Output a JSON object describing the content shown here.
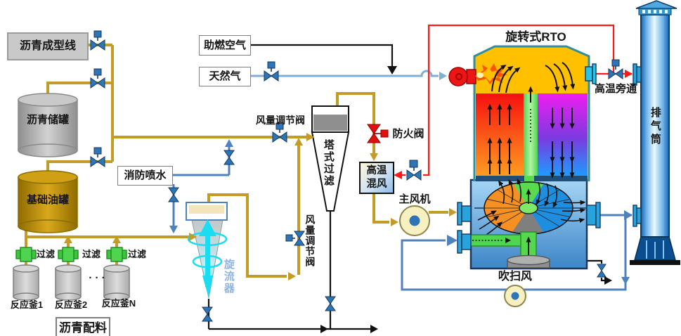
{
  "diagram": {
    "title": "旋转式RTO",
    "labels": {
      "forming_line": "沥青成型线",
      "asphalt_tank": "沥青储罐",
      "base_oil_tank": "基础油罐",
      "fire_water": "消防喷水",
      "combustion_air": "助燃空气",
      "natural_gas": "天然气",
      "damper_main": "风量调节阀",
      "damper_branch": "风量调节阀",
      "tower_filter": "塔式过滤",
      "cyclone": "旋流器",
      "fire_damper": "防火阀",
      "hot_mix_line1": "高温",
      "hot_mix_line2": "混风",
      "main_fan": "主风机",
      "rto_title": "旋转式RTO",
      "hot_bypass": "高温旁通",
      "purge_fan": "吹扫风",
      "stack": "排气筒",
      "filter": "过滤",
      "reactor1": "反应釜1",
      "reactor2": "反应釜2",
      "reactorN": "反应釜N",
      "reactor_dots": "· · ·",
      "batching": "沥青配料"
    },
    "colors": {
      "pipe_gold": "#C49B26",
      "pipe_water_blue": "#4F81BD",
      "pipe_gas_blue": "#7FAFD4",
      "pipe_hot_red": "#FF1A1A",
      "pipe_black": "#111111",
      "valve_blue": "#2E75B6",
      "fire_valve_red": "#E01010",
      "filter_green": "#3EC53E",
      "tank_gray": "#B5B5B5",
      "oil_tank_gold": "#BF9000",
      "rto_chamber_yellow": "#FFC000",
      "stack_blue": "#2E9BD5",
      "cyclone_cyan": "#1BDDF2"
    }
  }
}
